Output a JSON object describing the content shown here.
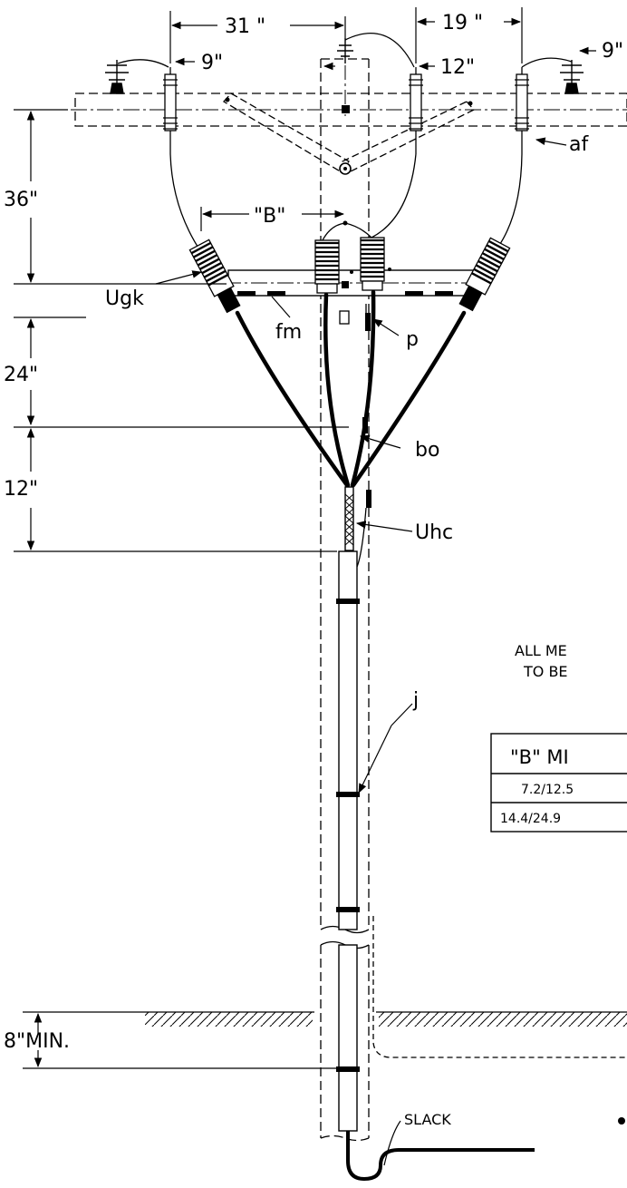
{
  "dimensions": {
    "d31": "31 \"",
    "d19": "19 \"",
    "d9_left": "9\"",
    "d9_right": "9\"",
    "d12_top": "12\"",
    "d36": "36\"",
    "dB": "\"B\"",
    "d24": "24\"",
    "d12_mid": "12\"",
    "d8min": "8\"MIN."
  },
  "labels": {
    "af": "af",
    "ugk": "Ugk",
    "fm": "fm",
    "p": "p",
    "bo": "bo",
    "uhc": "Uhc",
    "j": "j",
    "slack": "SLACK"
  },
  "note": {
    "line1": "ALL ME",
    "line2": "TO BE"
  },
  "table": {
    "header": "\"B\" MI",
    "rows": [
      "7.2/12.5",
      "14.4/24.9"
    ]
  }
}
